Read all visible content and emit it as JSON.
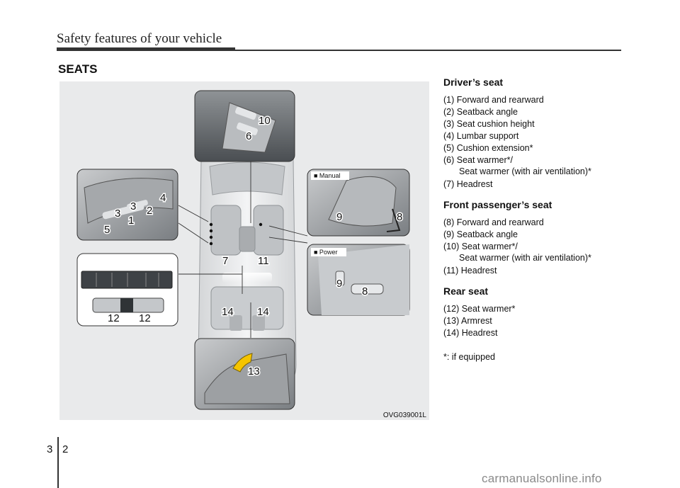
{
  "header": {
    "title": "Safety features of your vehicle"
  },
  "section": {
    "title": "SEATS"
  },
  "figure": {
    "code": "OVG039001L",
    "tags": {
      "manual": "■ Manual",
      "power": "■ Power"
    },
    "callouts": {
      "c1": "1",
      "c2": "2",
      "c3a": "3",
      "c3b": "3",
      "c4": "4",
      "c5": "5",
      "c6": "6",
      "c7": "7",
      "c8a": "8",
      "c8b": "8",
      "c9a": "9",
      "c9b": "9",
      "c10": "10",
      "c11": "11",
      "c12a": "12",
      "c12b": "12",
      "c13": "13",
      "c14a": "14",
      "c14b": "14"
    }
  },
  "driver": {
    "heading": "Driver’s seat",
    "items": [
      "(1) Forward and rearward",
      "(2) Seatback angle",
      "(3) Seat cushion height",
      "(4) Lumbar support",
      "(5) Cushion extension*",
      "(6) Seat warmer*/",
      "Seat warmer (with air ventilation)*",
      "(7) Headrest"
    ]
  },
  "passenger": {
    "heading": "Front passenger’s seat",
    "items": [
      "(8) Forward and rearward",
      "(9) Seatback angle",
      "(10) Seat warmer*/",
      "Seat warmer (with air ventilation)*",
      "(11) Headrest"
    ]
  },
  "rear": {
    "heading": "Rear seat",
    "items": [
      "(12) Seat warmer*",
      "(13) Armrest",
      "(14) Headrest"
    ]
  },
  "footnote": "*: if equipped",
  "page": {
    "chapter": "3",
    "number": "2"
  },
  "watermark": "carmanualsonline.info"
}
